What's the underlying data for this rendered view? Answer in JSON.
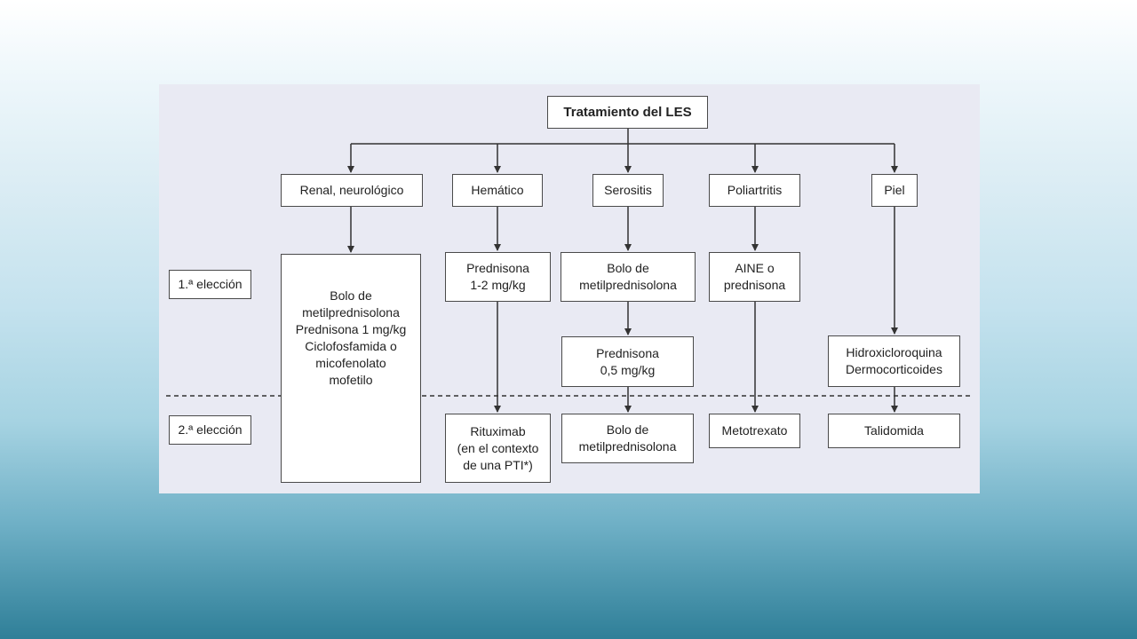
{
  "diagram": {
    "root": "Tratamiento del LES",
    "categories": {
      "renal": "Renal, neurológico",
      "hematico": "Hemático",
      "serositis": "Serositis",
      "poliartritis": "Poliartritis",
      "piel": "Piel"
    },
    "row_labels": {
      "first": "1.ª elección",
      "second": "2.ª elección"
    },
    "treatments": {
      "renal": "Bolo de\nmetilprednisolona\nPrednisona 1 mg/kg\nCiclofosfamida o\nmicofenolato\nmofetilo",
      "hematico_first": "Prednisona\n1-2 mg/kg",
      "hematico_second": "Rituximab\n(en el contexto\nde una PTI*)",
      "serositis_first": "Bolo de\nmetilprednisolona",
      "serositis_mid": "Prednisona\n0,5 mg/kg",
      "serositis_second": "Bolo de\nmetilprednisolona",
      "poliartritis_first": "AINE o\nprednisona",
      "poliartritis_second": "Metotrexato",
      "piel_first": "Hidroxicloroquina\nDermocorticoides",
      "piel_second": "Talidomida"
    },
    "colors": {
      "line": "#333333",
      "box_border": "#4a4a4a",
      "panel": "#e9eaf3"
    }
  }
}
